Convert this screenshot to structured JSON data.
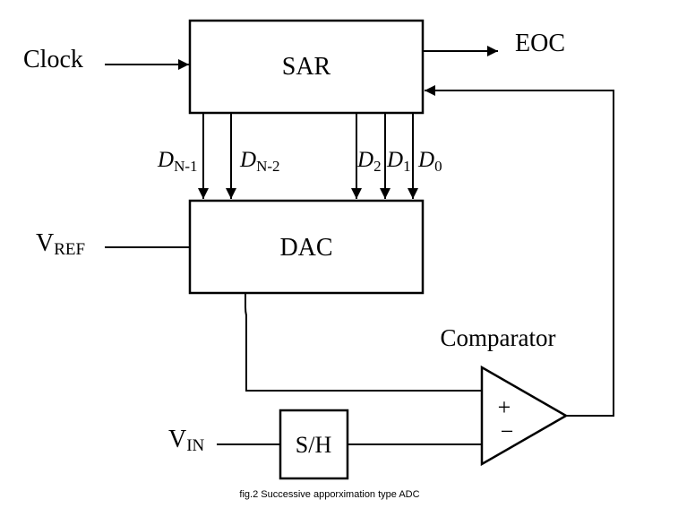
{
  "blocks": {
    "sar": "SAR",
    "dac": "DAC",
    "sample_hold": "S/H",
    "comparator": "Comparator"
  },
  "signals": {
    "clock": "Clock",
    "eoc": "EOC",
    "vref_main": "V",
    "vref_sub": "REF",
    "vin_main": "V",
    "vin_sub": "IN",
    "plus": "+",
    "minus": "−"
  },
  "bits": [
    {
      "main": "D",
      "sub": "N-1"
    },
    {
      "main": "D",
      "sub": "N-2"
    },
    {
      "main": "D",
      "sub": "2"
    },
    {
      "main": "D",
      "sub": "1"
    },
    {
      "main": "D",
      "sub": "0"
    }
  ],
  "caption": "fig.2 Successive apporximation type ADC"
}
